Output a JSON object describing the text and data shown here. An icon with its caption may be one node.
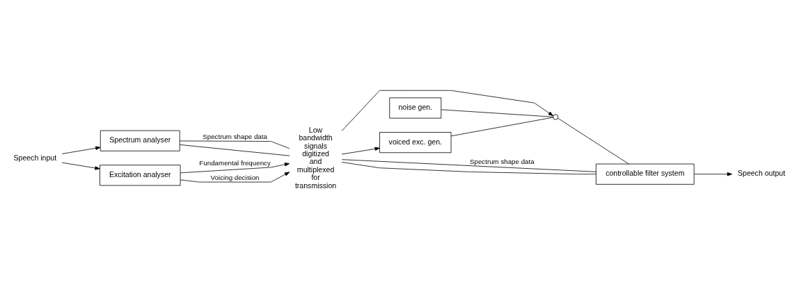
{
  "diagram": {
    "nodes": [
      {
        "text": [
          "Speech input"
        ]
      },
      {
        "text": [
          "Spectrum analyser"
        ]
      },
      {
        "text": [
          "Excitation analyser"
        ]
      },
      {
        "text": [
          "Low bandwidth signals digitized and multiplexed for transmission"
        ]
      },
      {
        "text": [
          "voiced exc. gen."
        ]
      },
      {
        "text": [
          "noise gen."
        ]
      },
      {
        "text": [],
        "shape": "circle"
      },
      {
        "text": [
          "controllable filter system"
        ]
      },
      {
        "text": [
          "Speech output"
        ]
      }
    ],
    "edges": [
      {
        "from": 0,
        "to": 1,
        "arrow": "to"
      },
      {
        "from": 0,
        "to": 2,
        "arrow": "to"
      },
      {
        "from": 1,
        "to": 3,
        "arrow": "none",
        "label": "Spectrum shape data"
      },
      {
        "from": 1,
        "to": 3,
        "arrow": "none"
      },
      {
        "from": 2,
        "to": 3,
        "arrow": "to",
        "label": "Fundamental frequency"
      },
      {
        "from": 2,
        "to": 3,
        "arrow": "to",
        "label": "Voicing decision"
      },
      {
        "from": 3,
        "to": 4,
        "arrow": "to"
      },
      {
        "from": 3,
        "to": 6,
        "arrow": "to"
      },
      {
        "from": 3,
        "to": 7,
        "arrow": "none",
        "label": "Spectrum shape data"
      },
      {
        "from": 3,
        "to": 7,
        "arrow": "none"
      },
      {
        "from": 4,
        "to": 6,
        "arrow": "none"
      },
      {
        "from": 5,
        "to": 6,
        "arrow": "none"
      },
      {
        "from": 6,
        "to": 7,
        "arrow": "none"
      },
      {
        "from": 7,
        "to": 8,
        "arrow": "to"
      }
    ]
  }
}
